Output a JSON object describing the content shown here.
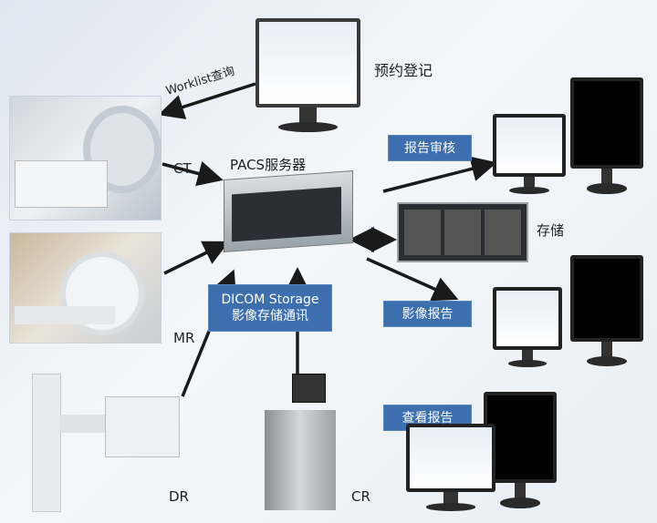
{
  "labels": {
    "worklist": "Worklist查询",
    "registration": "预约登记",
    "pacs_server": "PACS服务器",
    "ct": "CT",
    "mr": "MR",
    "dr": "DR",
    "cr": "CR",
    "storage": "存储"
  },
  "boxes": {
    "dicom_line1": "DICOM Storage",
    "dicom_line2": "影像存储通讯",
    "report_review": "报告审核",
    "image_report": "影像报告",
    "view_report": "查看报告"
  },
  "colors": {
    "box": "#3d6fae",
    "arrow": "#1a1a1a"
  }
}
